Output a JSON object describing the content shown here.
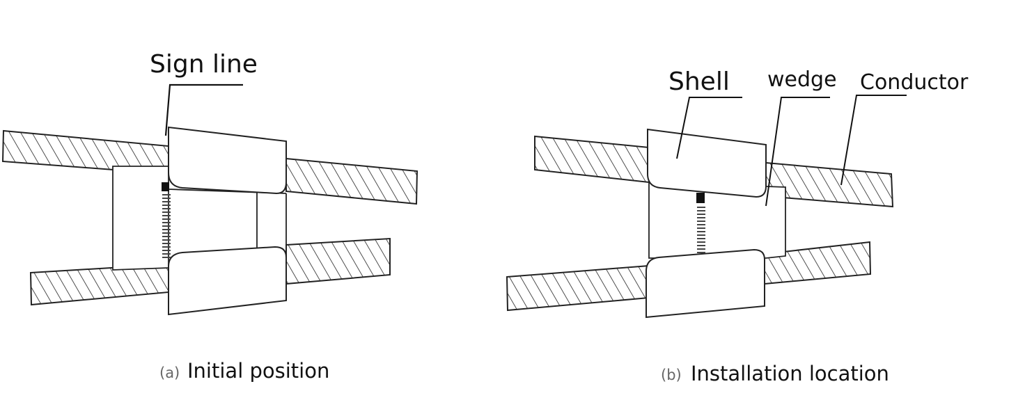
{
  "panel_a": {
    "caption_tag": "(a)",
    "caption": "Initial position",
    "labels": {
      "sign_line": "Sign line"
    }
  },
  "panel_b": {
    "caption_tag": "(b)",
    "caption": "Installation location",
    "labels": {
      "shell": "Shell",
      "wedge": "wedge",
      "conductor": "Conductor"
    }
  }
}
